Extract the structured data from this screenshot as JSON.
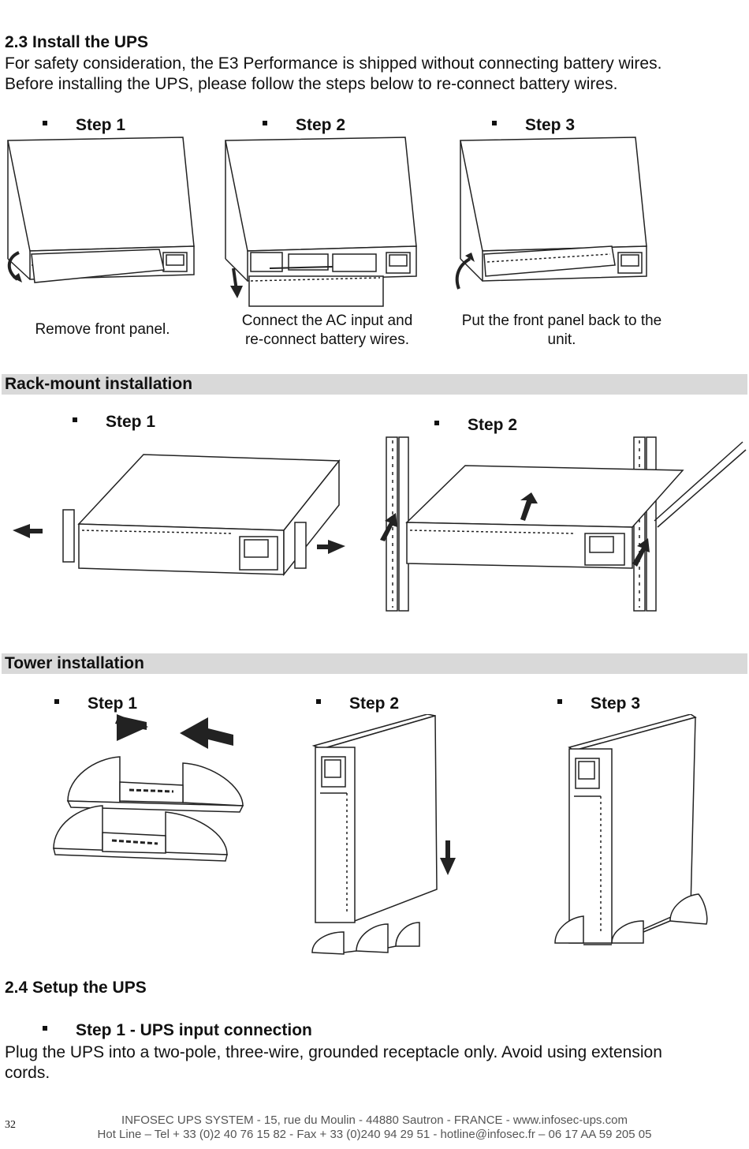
{
  "section_install": {
    "title": "2.3 Install the UPS",
    "line1": "For safety consideration, the E3 Performance is shipped without connecting battery wires.",
    "line2": "Before installing the UPS, please follow the steps below to re-connect battery wires.",
    "steps": [
      {
        "label": "Step 1",
        "caption": "Remove front panel."
      },
      {
        "label": "Step 2",
        "caption_line1": "Connect the AC input and",
        "caption_line2": "re-connect battery wires."
      },
      {
        "label": "Step 3",
        "caption_line1": "Put the front panel back to the",
        "caption_line2": "unit."
      }
    ]
  },
  "rack": {
    "title": "Rack-mount installation",
    "steps": [
      "Step 1",
      "Step 2"
    ]
  },
  "tower": {
    "title": "Tower installation",
    "steps": [
      "Step 1",
      "Step 2",
      "Step 3"
    ]
  },
  "section_setup": {
    "title": "2.4 Setup the UPS",
    "step_label": "Step 1 - UPS input connection",
    "line1": "Plug the UPS into a two-pole, three-wire, grounded receptacle only. Avoid using extension",
    "line2": "cords."
  },
  "footer": {
    "page_number": "32",
    "line1": "INFOSEC UPS SYSTEM - 15, rue du Moulin - 44880 Sautron - FRANCE - www.infosec-ups.com",
    "line2": "Hot Line – Tel + 33 (0)2 40 76 15 82 - Fax + 33 (0)240 94 29 51 - hotline@infosec.fr – 06 17 AA 59 205 05"
  }
}
